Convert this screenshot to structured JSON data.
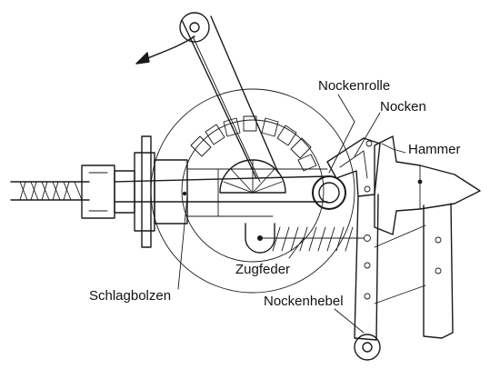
{
  "labels": {
    "nockenrolle": "Nockenrolle",
    "nocken": "Nocken",
    "hammer": "Hammer",
    "zugfeder": "Zugfeder",
    "schlagbolzen": "Schlagbolzen",
    "nockenhebel": "Nockenhebel"
  },
  "colors": {
    "ink": "#1a1a1a",
    "background": "#ffffff"
  }
}
